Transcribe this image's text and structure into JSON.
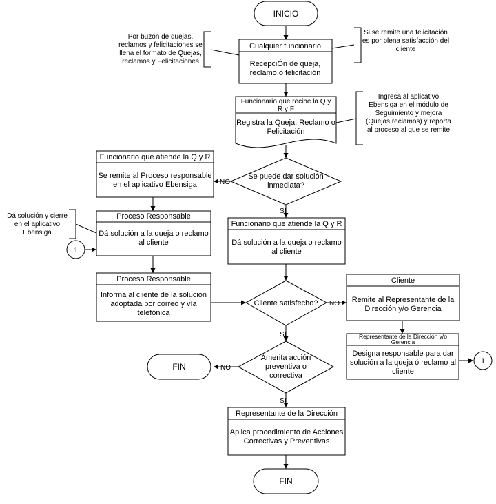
{
  "start": "INICIO",
  "end_left": "FIN",
  "end_bottom": "FIN",
  "annotations": {
    "buzon": [
      "Por buzón de quejas,",
      "reclamos y felicitaciones se",
      "llena el formato de Quejas,",
      "reclamos y Felicitaciones"
    ],
    "felicitacion": [
      "Si se remite una felicitación",
      "es por plena satisfacción del",
      "cliente"
    ],
    "ebensiga": [
      "Ingresa al aplicativo",
      "Ebensiga en el módulo de",
      "Seguimiento y mejora",
      "(Quejas,reclamos) y reporta",
      "al proceso al que se remite"
    ],
    "cierre": [
      "Dá solución y cierre",
      "en el aplicativo",
      "Ebensiga"
    ]
  },
  "boxes": {
    "b1": {
      "title": "Cualquier funcionario",
      "body": [
        "RecepciÓn de queja,",
        "reclamo o felicitación"
      ]
    },
    "b2": {
      "title": [
        "Funcionario que recibe la Q y",
        "R y F"
      ],
      "body": [
        "Registra la Queja, Reclamo o",
        "Felicitación"
      ]
    },
    "b3": {
      "title": "Funcionario que atiende la Q y R",
      "body": [
        "Se remite al Proceso responsable",
        "en el aplicativo Ebensiga"
      ]
    },
    "b4": {
      "title": "Proceso Responsable",
      "body": [
        "Dá solución a la queja o reclamo",
        "al cliente"
      ]
    },
    "b5": {
      "title": "Funcionario que atiende la Q y R",
      "body": [
        "Dá solución a la queja o reclamo",
        "al cliente"
      ]
    },
    "b6": {
      "title": "Proceso Responsable",
      "body": [
        "Informa al cliente de la solución",
        "adoptada por correo y vía",
        "telefónica"
      ]
    },
    "b7": {
      "title": "Cliente",
      "body": [
        "Remite al Representante de la",
        "Dirección y/o Gerencia"
      ]
    },
    "b8": {
      "title": [
        "Representante de la Dirección y/o",
        "Gerencia"
      ],
      "body": [
        "Designa responsable para dar",
        "solución a la queja ó reclamo al",
        "cliente"
      ]
    },
    "b9": {
      "title": "Representante de la Dirección",
      "body": [
        "Aplica procedimiento de Acciones",
        "Correctivas y Preventivas"
      ]
    }
  },
  "decisions": {
    "d1": [
      "Se puede dar solución",
      "inmediata?"
    ],
    "d2": [
      "Cliente satisfecho?"
    ],
    "d3": [
      "Amerita acción",
      "preventiva o",
      "correctiva"
    ]
  },
  "connector": "1",
  "labels": {
    "no": "NO",
    "si": "SI"
  }
}
